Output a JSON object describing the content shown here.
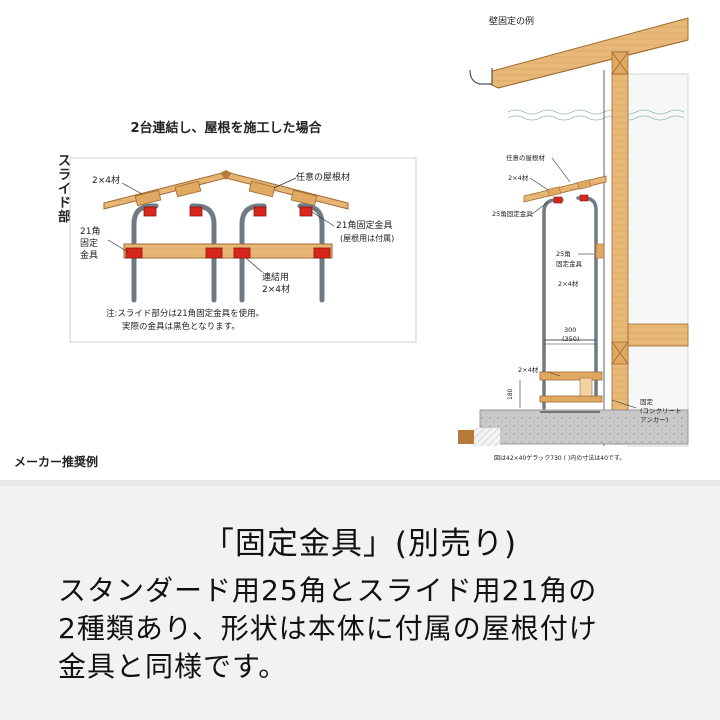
{
  "left_diagram": {
    "title": "2台連結し、屋根を施工した場合",
    "side_label": "スライド部",
    "label_2x4": "2×4材",
    "label_roof": "任意の屋根材",
    "label_21": "21角\n固定\n金具",
    "label_21_fixed": "21角固定金具",
    "label_21_fixed_sub": "(屋根用は付属)",
    "label_joint": "連結用",
    "label_joint_2x4": "2×4材",
    "note_line1": "注:スライド部分は21角固定金具を使用。",
    "note_line2": "実際の金具は黒色となります。"
  },
  "right_diagram": {
    "title": "壁固定の例",
    "label_roof": "任意の屋根材",
    "label_2x4_top": "2×4材",
    "label_25": "25角固定金具",
    "label_25_side": "25角\n固定金具",
    "label_2x4_mid": "2×4材",
    "dim_300": "300",
    "dim_350": "(350)",
    "label_2x4_bottom": "2×4材",
    "dim_side": "180",
    "label_anchor": "固定\n(コンクリート\nアンカー)",
    "footnote": "図は42×40ゲラック730 (  )内の寸法は40です。"
  },
  "maker_label": "メーカー推奨例",
  "caption": {
    "title": "「固定金具」(別売り)",
    "line1": "スタンダード用25角とスライド用21角の",
    "line2": "2種類あり、形状は本体に付属の屋根付け",
    "line3": "金具と同様です。"
  },
  "colors": {
    "wood": "#e8b878",
    "wood_dark": "#b87a3a",
    "bracket_red": "#d9261c",
    "pipe": "#6f7b83",
    "concrete": "#c8c8c8"
  }
}
